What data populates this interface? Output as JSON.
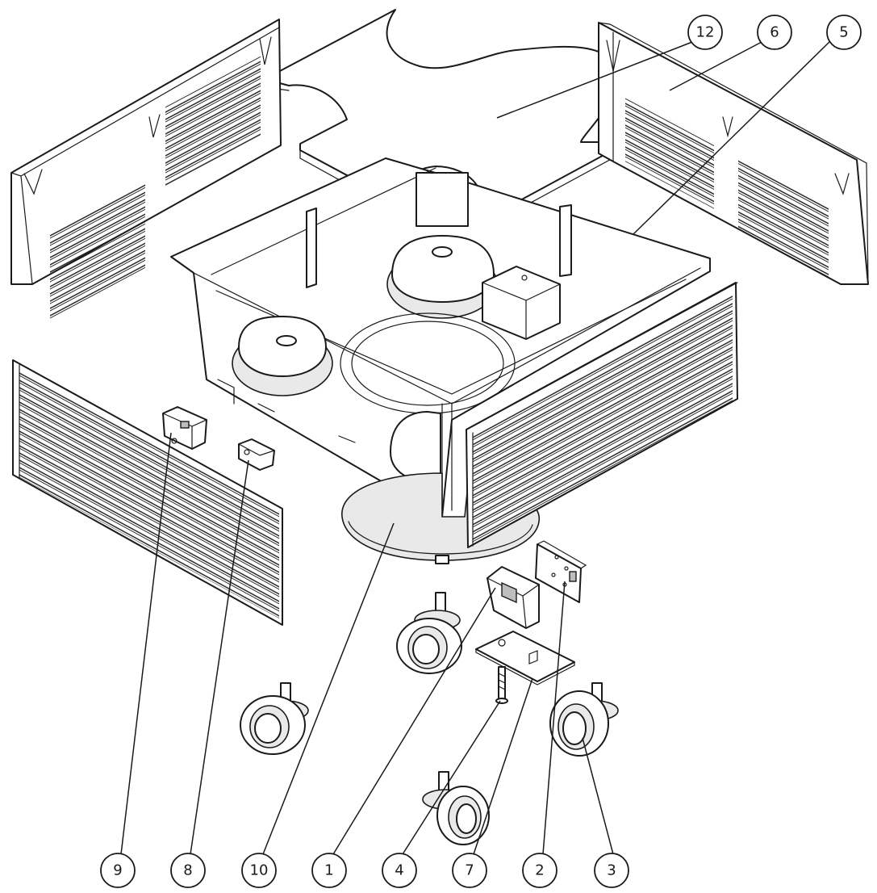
{
  "callouts": [
    {
      "label": "12"
    },
    {
      "label": "6"
    },
    {
      "label": "5"
    },
    {
      "label": "9"
    },
    {
      "label": "8"
    },
    {
      "label": "10"
    },
    {
      "label": "1"
    },
    {
      "label": "4"
    },
    {
      "label": "7"
    },
    {
      "label": "2"
    },
    {
      "label": "3"
    }
  ]
}
